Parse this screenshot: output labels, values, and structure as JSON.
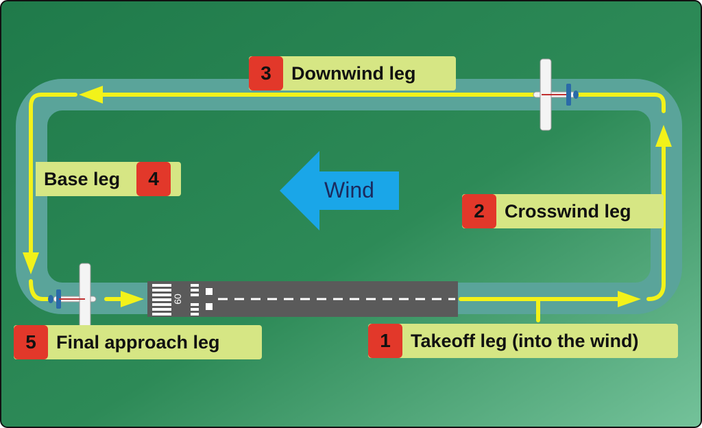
{
  "legs": [
    {
      "number": "1",
      "label": "Takeoff leg (into the wind)"
    },
    {
      "number": "2",
      "label": "Crosswind leg"
    },
    {
      "number": "3",
      "label": "Downwind leg"
    },
    {
      "number": "4",
      "label": "Base leg"
    },
    {
      "number": "5",
      "label": "Final approach leg"
    }
  ],
  "wind": {
    "label": "Wind",
    "direction": "left"
  },
  "runway": {
    "number": "09"
  },
  "colors": {
    "background": "#2d8a57",
    "pattern_band": "#5aa49a",
    "path": "#f2f21a",
    "label_bg": "#d6e684",
    "number_badge": "#e2382a",
    "wind_arrow": "#1aa6e8",
    "runway": "#5a5a5a"
  },
  "icons": [
    "airplane-icon",
    "wind-arrow-icon"
  ]
}
